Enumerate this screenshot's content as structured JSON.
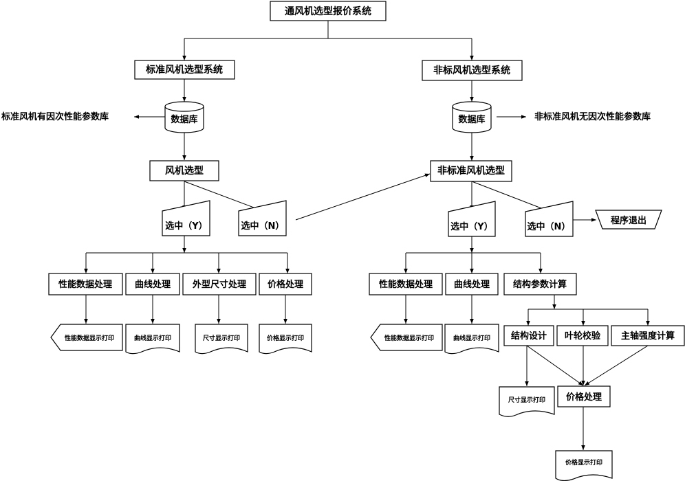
{
  "title": "通风机选型报价系统",
  "std": {
    "system": "标准风机选型系统",
    "db": "数据库",
    "db_desc": "标准风机有因次性能参数库",
    "select": "风机选型",
    "yes": "选中（Y）",
    "no": "选中（N）",
    "proc": [
      "性能数据处理",
      "曲线处理",
      "外型尺寸处理",
      "价格处理"
    ],
    "out": [
      "性能数据显示打印",
      "曲线显示打印",
      "尺寸显示打印",
      "价格显示打印"
    ]
  },
  "nonstd": {
    "system": "非标风机选型系统",
    "db": "数据库",
    "db_desc": "非标准风机无因次性能参数库",
    "select": "非标准风机选型",
    "yes": "选中（Y）",
    "no": "选中（N）",
    "exit": "程序退出",
    "proc": [
      "性能数据处理",
      "曲线处理",
      "结构参数计算"
    ],
    "out": [
      "性能数据显示打印",
      "曲线显示打印"
    ],
    "calc": [
      "结构设计",
      "叶轮校验",
      "主轴强度计算"
    ],
    "size_out": "尺寸显示打印",
    "price": "价格处理",
    "price_out": "价格显示打印"
  }
}
